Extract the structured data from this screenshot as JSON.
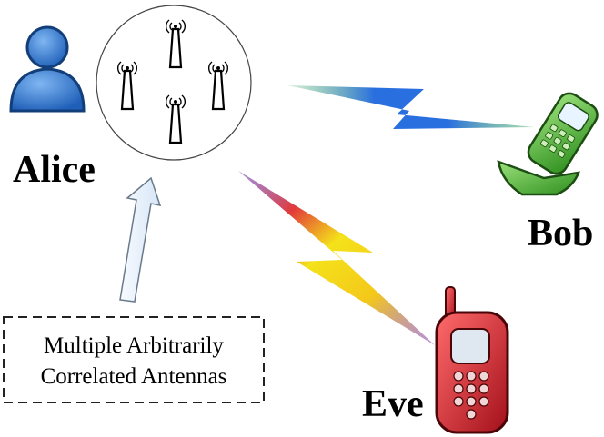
{
  "labels": {
    "alice": "Alice",
    "bob": "Bob",
    "eve": "Eve",
    "antenna_note_line1": "Multiple Arbitrarily",
    "antenna_note_line2": "Correlated Antennas"
  },
  "icons": {
    "alice": "user-icon",
    "antenna": "antenna-icon",
    "bob": "flip-phone-icon",
    "eve": "mobile-phone-icon"
  },
  "colors": {
    "alice_body": "#2f7fd8",
    "bob_phone": "#5cc43a",
    "eve_phone": "#d8202a",
    "link_bob": "#2a70e0",
    "link_eve": "#f2d81a",
    "arrow_fill": "#eef4fb"
  }
}
